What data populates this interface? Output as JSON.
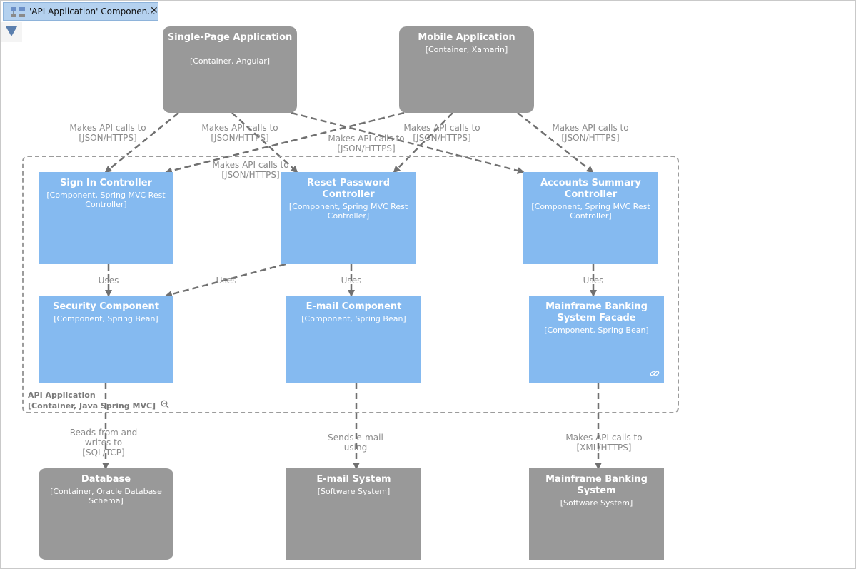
{
  "tab": {
    "title": "'API Application' Componen...",
    "close": "✕"
  },
  "boundary": {
    "name": "API Application",
    "type": "[Container, Java Spring MVC]"
  },
  "elements": {
    "spa": {
      "name": "Single-Page Application",
      "desc": "[Container, Angular]"
    },
    "mobile": {
      "name": "Mobile Application",
      "desc": "[Container, Xamarin]"
    },
    "signin": {
      "name": "Sign In Controller",
      "desc": "[Component, Spring MVC Rest Controller]"
    },
    "reset": {
      "name": "Reset Password Controller",
      "desc": "[Component, Spring MVC Rest Controller]"
    },
    "accounts": {
      "name": "Accounts Summary Controller",
      "desc": "[Component, Spring MVC Rest Controller]"
    },
    "security": {
      "name": "Security Component",
      "desc": "[Component, Spring Bean]"
    },
    "email": {
      "name": "E-mail Component",
      "desc": "[Component, Spring Bean]"
    },
    "facade": {
      "name": "Mainframe Banking System Facade",
      "desc": "[Component, Spring Bean]"
    },
    "database": {
      "name": "Database",
      "desc": "[Container, Oracle Database Schema]"
    },
    "emailsys": {
      "name": "E-mail System",
      "desc": "[Software System]"
    },
    "mainframe": {
      "name": "Mainframe Banking System",
      "desc": "[Software System]"
    }
  },
  "edge_labels": {
    "spa_signin": [
      "Makes API calls to",
      "[JSON/HTTPS]"
    ],
    "spa_reset": [
      "Makes API calls to",
      "[JSON/HTTPS]"
    ],
    "spa_accounts": [
      "Makes API calls to",
      "[JSON/HTTPS]"
    ],
    "mobile_signin": [
      "Makes API calls to",
      "[JSON/HTTPS]"
    ],
    "mobile_reset": [
      "Makes API calls to",
      "[JSON/HTTPS]"
    ],
    "mobile_accounts": [
      "Makes API calls to",
      "[JSON/HTTPS]"
    ],
    "signin_security": [
      "Uses"
    ],
    "reset_security": [
      "Uses"
    ],
    "reset_email": [
      "Uses"
    ],
    "accounts_facade": [
      "Uses"
    ],
    "security_database": [
      "Reads from and",
      "writes to",
      "[SQL/TCP]"
    ],
    "email_emailsys": [
      "Sends e-mail",
      "using"
    ],
    "facade_mainframe": [
      "Makes API calls to",
      "[XML/HTTPS]"
    ]
  },
  "icons": {
    "tab": "diagram-icon",
    "filter": "filter-triangle-icon",
    "zoom": "zoom-out-icon",
    "link": "link-icon"
  },
  "colors": {
    "component": "#85baf0",
    "container": "#999999",
    "edge": "#707070",
    "tab": "#b4d1ef"
  }
}
